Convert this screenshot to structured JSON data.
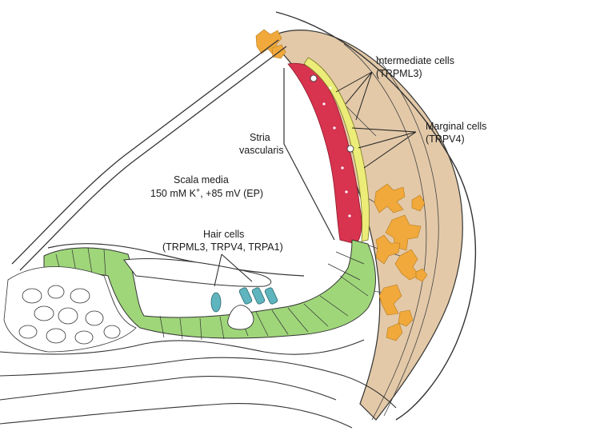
{
  "labels": {
    "intermediate_line1": "Intermediate cells",
    "intermediate_line2": "(TRPML3)",
    "marginal_line1": "Marginal cells",
    "marginal_line2": "(TRPV4)",
    "stria_line1": "Stria",
    "stria_line2": "vascularis",
    "scala_line1": "Scala media",
    "scala_line2_pre": "150 mM K",
    "scala_line2_sup": "+",
    "scala_line2_post": ", +85 mV (EP)",
    "hair_line1": "Hair cells",
    "hair_line2": "(TRPML3, TRPV4, TRPA1)"
  },
  "colors": {
    "marginal_cells": "#d8334f",
    "intermediate_cells": "#ecec78",
    "spiral_ligament": "#e3c9a8",
    "fibrocytes": "#f0a93a",
    "organ_of_corti": "#9fd67a",
    "hair_cells": "#5fb5be",
    "outline": "#333333"
  }
}
